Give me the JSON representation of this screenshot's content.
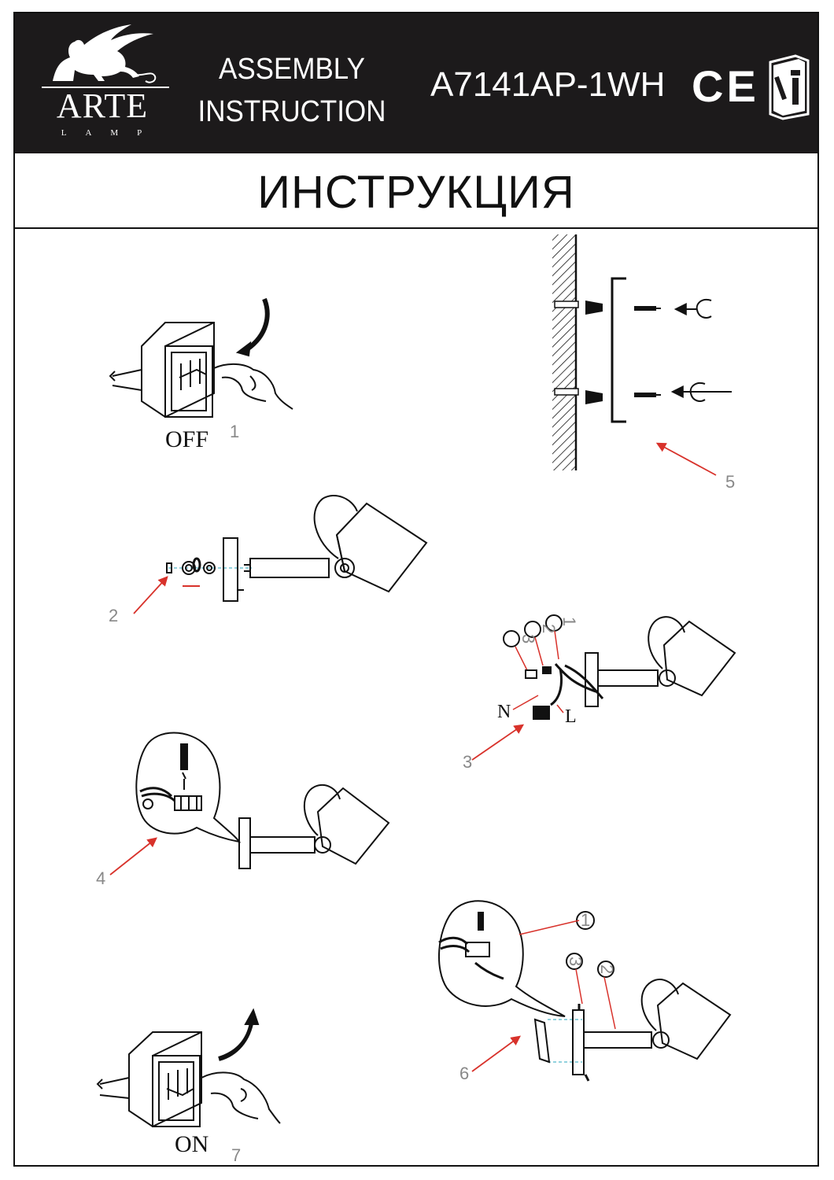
{
  "header": {
    "brand_name": "ARTE",
    "brand_sub": "LAMP",
    "doc_title_line1": "ASSEMBLY",
    "doc_title_line2": "INSTRUCTION",
    "model": "A7141AP-1WH",
    "cert_mark": "CE",
    "info_icon": "manual-info-icon"
  },
  "title_ru": "ИНСТРУКЦИЯ",
  "steps": {
    "s1": {
      "number": "1",
      "label": "OFF"
    },
    "s2": {
      "number": "2"
    },
    "s3": {
      "number": "3",
      "neutral": "N",
      "live": "L",
      "parts": [
        "3",
        "2",
        "1"
      ]
    },
    "s4": {
      "number": "4"
    },
    "s5": {
      "number": "5"
    },
    "s6": {
      "number": "6",
      "parts": [
        "1",
        "3",
        "2"
      ]
    },
    "s7": {
      "number": "7",
      "label": "ON"
    }
  },
  "colors": {
    "header_bg": "#1c1a1b",
    "arrow_red": "#d8322b",
    "dash_cyan": "#6fc3d3",
    "line": "#111111"
  }
}
